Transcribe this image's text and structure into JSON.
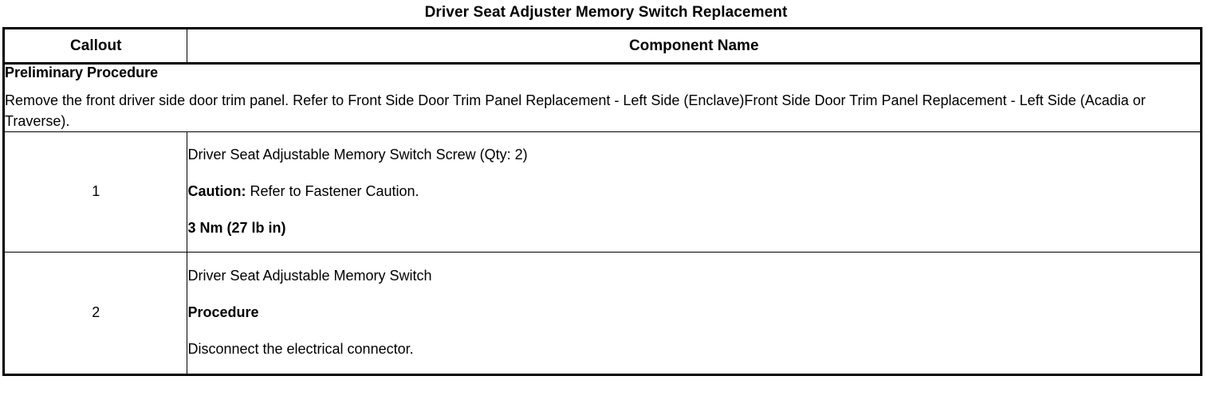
{
  "document": {
    "title": "Driver Seat Adjuster Memory Switch Replacement"
  },
  "table": {
    "headers": {
      "callout": "Callout",
      "component_name": "Component Name"
    },
    "preliminary": {
      "heading": "Preliminary Procedure",
      "text": "Remove the front driver side door trim panel. Refer to Front Side Door Trim Panel Replacement - Left Side (Enclave)Front Side Door Trim Panel Replacement - Left Side (Acadia or Traverse)."
    },
    "rows": [
      {
        "callout": "1",
        "component": "Driver Seat Adjustable Memory Switch Screw (Qty: 2)",
        "caution_label": "Caution:",
        "caution_text": " Refer to Fastener Caution.",
        "torque": "3 Nm (27 lb in)"
      },
      {
        "callout": "2",
        "component": "Driver Seat Adjustable Memory Switch",
        "procedure_label": "Procedure",
        "procedure_text": "Disconnect the electrical connector."
      }
    ]
  }
}
